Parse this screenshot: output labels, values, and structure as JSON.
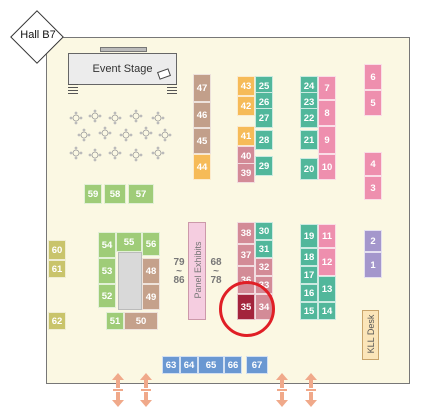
{
  "hall": {
    "label": "Hall B7"
  },
  "stage": {
    "label": "Event Stage"
  },
  "panel": {
    "label": "Panel Exhibits"
  },
  "kll": {
    "label": "KLL Desk"
  },
  "ranges": [
    {
      "top": "79",
      "bottom": "86"
    },
    {
      "top": "68",
      "bottom": "78"
    }
  ],
  "booths": [
    "47",
    "46",
    "45",
    "44",
    "43",
    "42",
    "41",
    "40",
    "39",
    "25",
    "26",
    "27",
    "28",
    "29",
    "24",
    "23",
    "22",
    "21",
    "20",
    "7",
    "8",
    "9",
    "10",
    "6",
    "5",
    "4",
    "3",
    "59",
    "58",
    "57",
    "38",
    "37",
    "36",
    "35",
    "30",
    "31",
    "32",
    "33",
    "34",
    "19",
    "18",
    "17",
    "16",
    "15",
    "11",
    "12",
    "13",
    "14",
    "2",
    "1",
    "60",
    "61",
    "62",
    "54",
    "53",
    "52",
    "51",
    "55",
    "56",
    "48",
    "49",
    "50",
    "63",
    "64",
    "65",
    "66",
    "67"
  ],
  "highlighted_booth": "35",
  "colors": {
    "highlight": "#e01f26",
    "floor": "#fbf8e3"
  }
}
